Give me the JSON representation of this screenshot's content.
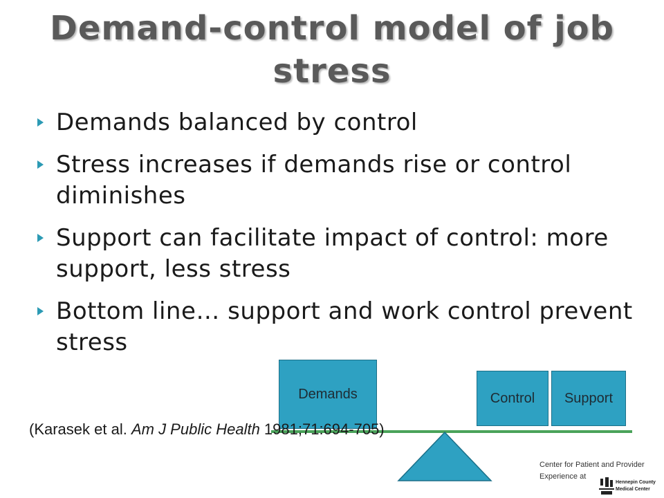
{
  "slide": {
    "title": "Demand-control model of job stress",
    "bullets": [
      {
        "text": "Demands balanced by control"
      },
      {
        "text": "Stress increases if demands rise or control diminishes"
      },
      {
        "text": "Support can facilitate impact of control: more support, less stress"
      },
      {
        "text": "Bottom line… support and work control prevent stress"
      }
    ],
    "bullet_icon": "triangle-arrow-icon",
    "accent_color": "#2ea1c2",
    "beam_color": "#4aa35a"
  },
  "diagram": {
    "demands_label": "Demands",
    "control_label": "Control",
    "support_label": "Support"
  },
  "citation": {
    "authors": "(Karasek et al. ",
    "journal": "Am J Public Health",
    "details": " 1981;71:694-705)"
  },
  "footer": {
    "credit_line1": "Center for Patient and Provider",
    "credit_line2": "Experience at",
    "logo_text_line1": "Hennepin County",
    "logo_text_line2": "Medical Center"
  }
}
